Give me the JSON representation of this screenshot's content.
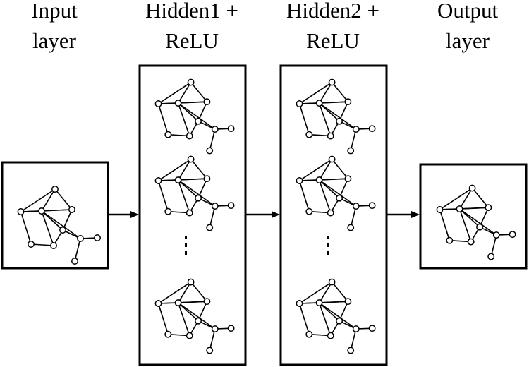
{
  "layers": [
    {
      "key": "input",
      "label_lines": [
        "Input",
        "layer"
      ]
    },
    {
      "key": "hidden1",
      "label_lines": [
        "Hidden1 +",
        "ReLU"
      ]
    },
    {
      "key": "hidden2",
      "label_lines": [
        "Hidden2 +",
        "ReLU"
      ]
    },
    {
      "key": "output",
      "label_lines": [
        "Output",
        "layer"
      ]
    }
  ],
  "colors": {
    "line": "#000000",
    "background": "#ffffff"
  }
}
